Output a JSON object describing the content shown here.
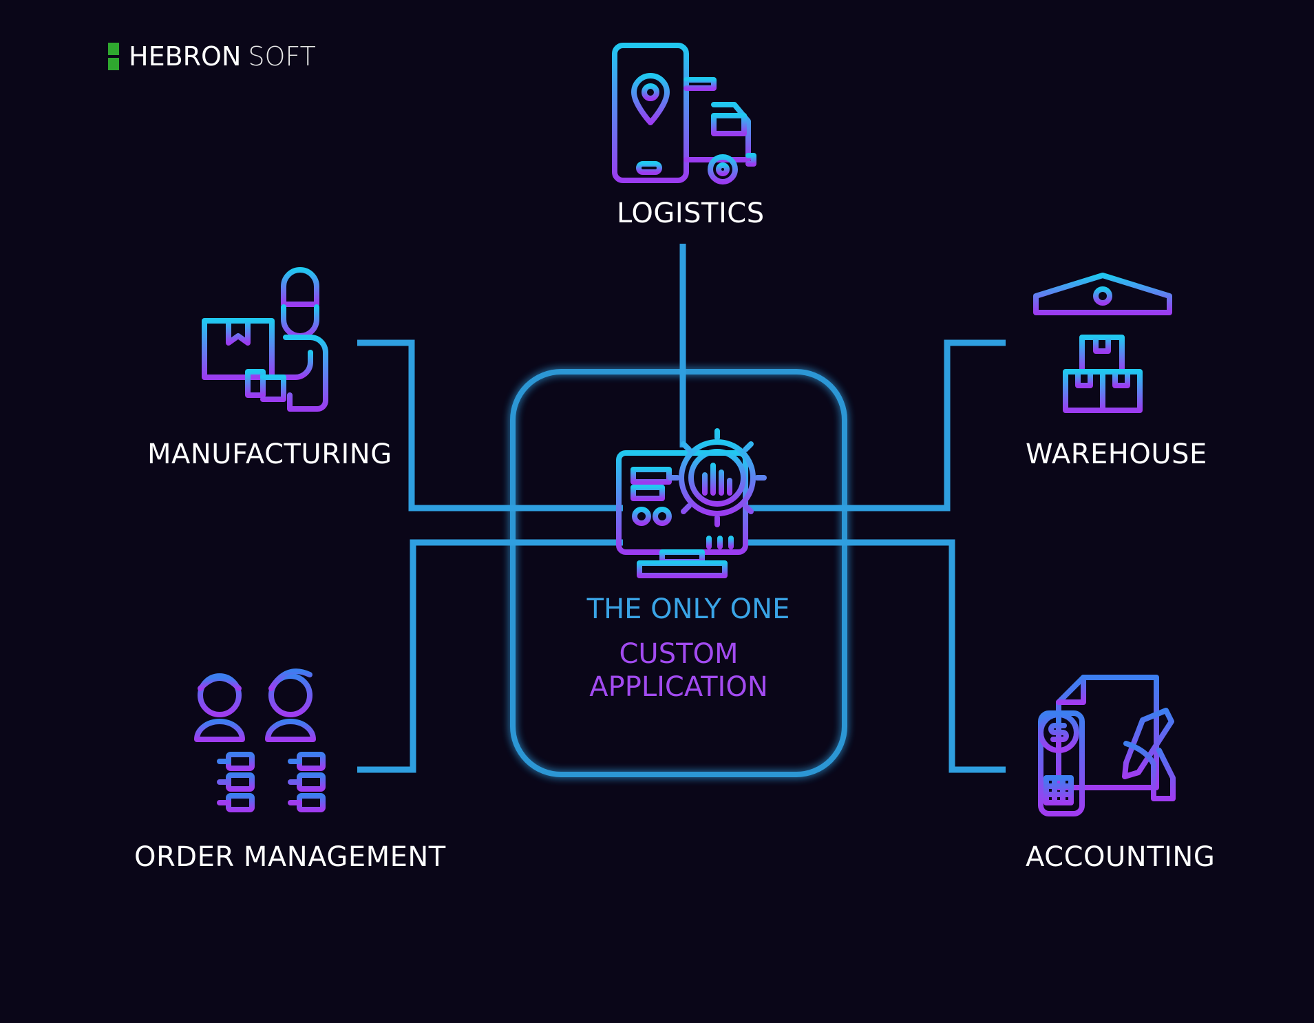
{
  "logo": {
    "brand_bold": "HEBRON",
    "brand_light": "SOFT",
    "accent": "#2fa82f"
  },
  "center": {
    "line1": "THE ONLY ONE",
    "line2": "CUSTOM",
    "line3": "APPLICATION"
  },
  "nodes": {
    "logistics": {
      "label": "LOGISTICS",
      "icon": "phone-truck-icon"
    },
    "manufacturing": {
      "label": "MANUFACTURING",
      "icon": "worker-box-icon"
    },
    "warehouse": {
      "label": "WAREHOUSE",
      "icon": "warehouse-icon"
    },
    "order_management": {
      "label": "ORDER MANAGEMENT",
      "icon": "people-list-icon"
    },
    "accounting": {
      "label": "ACCOUNTING",
      "icon": "invoice-calculator-icon"
    }
  },
  "colors": {
    "background": "#0a0618",
    "line": "#2f9fe0",
    "gradient_top": "#21c8f0",
    "gradient_bottom": "#9b3cf0"
  }
}
